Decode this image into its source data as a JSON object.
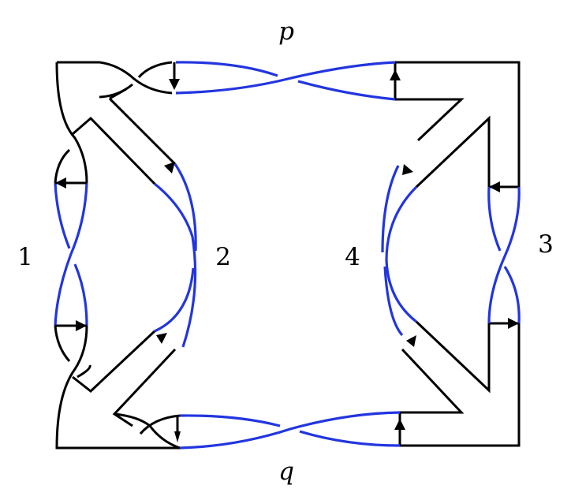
{
  "labels": {
    "top": "p",
    "bottom": "q",
    "left": "1",
    "left_inner": "2",
    "right_inner": "4",
    "right": "3"
  },
  "colors": {
    "strand_blue": "#2235e0",
    "strand_black": "#000000"
  }
}
